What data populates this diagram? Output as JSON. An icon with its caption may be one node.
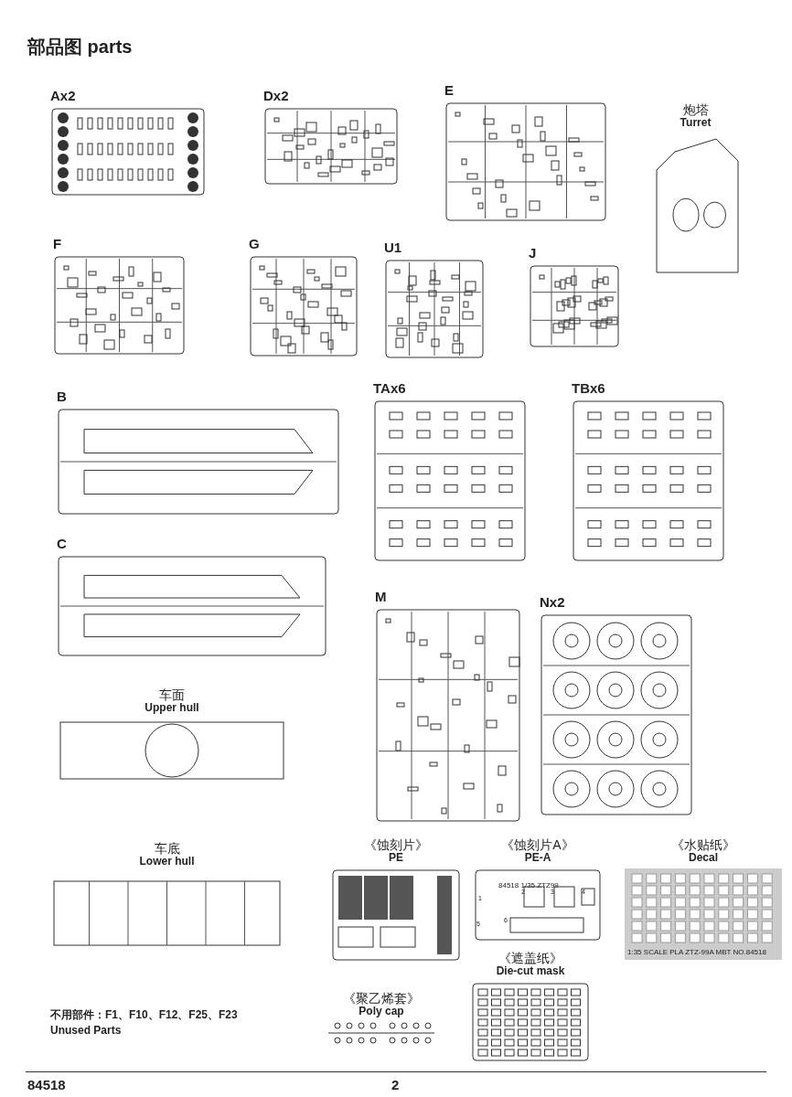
{
  "diagram": {
    "title": "部品图 parts",
    "nodes": [
      {
        "text": [
          "Ax2"
        ]
      },
      {
        "text": [
          "Dx2"
        ]
      },
      {
        "text": [
          "E"
        ]
      },
      {
        "text": [
          "炮塔",
          "Turret"
        ]
      },
      {
        "text": [
          "F"
        ]
      },
      {
        "text": [
          "G"
        ]
      },
      {
        "text": [
          "U1"
        ]
      },
      {
        "text": [
          "J"
        ]
      },
      {
        "text": [
          "B"
        ]
      },
      {
        "text": [
          "TAx6"
        ]
      },
      {
        "text": [
          "TBx6"
        ]
      },
      {
        "text": [
          "C"
        ]
      },
      {
        "text": [
          "车面",
          "Upper hull"
        ]
      },
      {
        "text": [
          "M"
        ]
      },
      {
        "text": [
          "Nx2"
        ]
      },
      {
        "text": [
          "车底",
          "Lower hull"
        ]
      },
      {
        "text": [
          "《蚀刻片》",
          "PE"
        ]
      },
      {
        "text": [
          "《蚀刻片A》",
          "PE-A"
        ]
      },
      {
        "text": [
          "《水贴纸》",
          "Decal"
        ]
      },
      {
        "text": [
          "《遮盖纸》",
          "Die-cut mask"
        ]
      },
      {
        "text": [
          "《聚乙烯套》",
          "Poly cap"
        ]
      }
    ],
    "labels": [
      "84518 1/35 ZTZ99",
      "1",
      "2",
      "3",
      "4",
      "5",
      "6",
      "1:35 SCALE PLA ZTZ-99A MBT NO.84518",
      "不用部件：F1、F10、F12、F25、F23",
      "Unused Parts",
      "84518",
      "2"
    ]
  }
}
